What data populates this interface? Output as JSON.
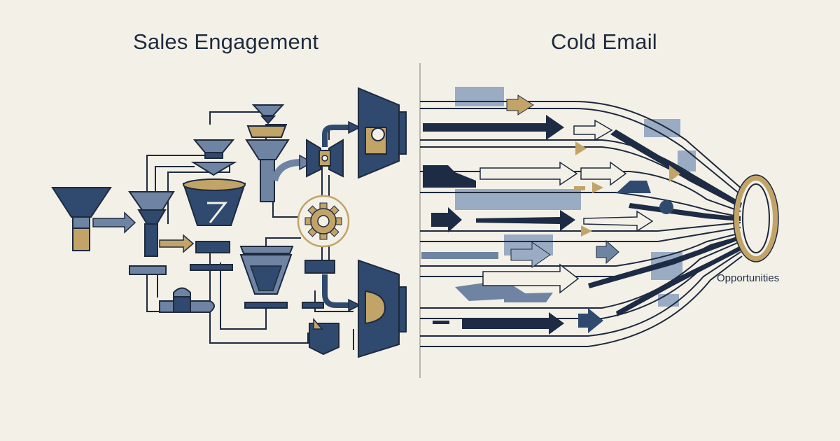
{
  "left_panel": {
    "title": "Sales Engagement"
  },
  "right_panel": {
    "title": "Cold Email",
    "outcome_label": "Opportunities"
  },
  "colors": {
    "background": "#f3f0e8",
    "navy": "#2f4a6e",
    "dark_navy": "#1d2b44",
    "slate": "#6f84a3",
    "light_slate": "#9aabc4",
    "gold": "#c2a468",
    "line": "#1e2a3d"
  },
  "icons": [
    "funnel-icon",
    "gear-icon",
    "arrow-icon",
    "ring-icon",
    "divider-line"
  ]
}
